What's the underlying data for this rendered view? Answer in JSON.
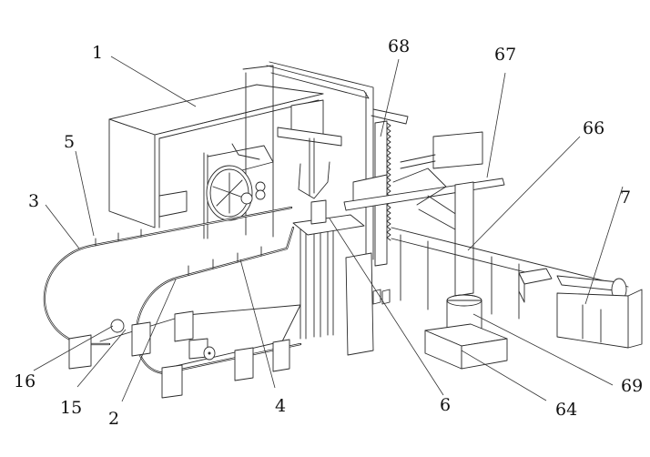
{
  "figure": {
    "type": "patent line drawing",
    "subject": "automatic processing line with conveyor loops, gantry, rack lift and output conveyor"
  },
  "labels": [
    {
      "id": "1",
      "text": "1",
      "part": "housing / upper box frame"
    },
    {
      "id": "5",
      "text": "5",
      "part": "upper conveyor track"
    },
    {
      "id": "3",
      "text": "3",
      "part": "outer loop conveyor belt"
    },
    {
      "id": "16",
      "text": "16",
      "part": "drive wheel"
    },
    {
      "id": "15",
      "text": "15",
      "part": "support bracket"
    },
    {
      "id": "2",
      "text": "2",
      "part": "inner loop conveyor belt"
    },
    {
      "id": "4",
      "text": "4",
      "part": "pin fixtures on track"
    },
    {
      "id": "6",
      "text": "6",
      "part": "transfer table"
    },
    {
      "id": "64",
      "text": "64",
      "part": "base block"
    },
    {
      "id": "69",
      "text": "69",
      "part": "column sleeve"
    },
    {
      "id": "7",
      "text": "7",
      "part": "output conveyor"
    },
    {
      "id": "66",
      "text": "66",
      "part": "vertical column"
    },
    {
      "id": "67",
      "text": "67",
      "part": "horizontal arm"
    },
    {
      "id": "68",
      "text": "68",
      "part": "toothed rack"
    }
  ]
}
